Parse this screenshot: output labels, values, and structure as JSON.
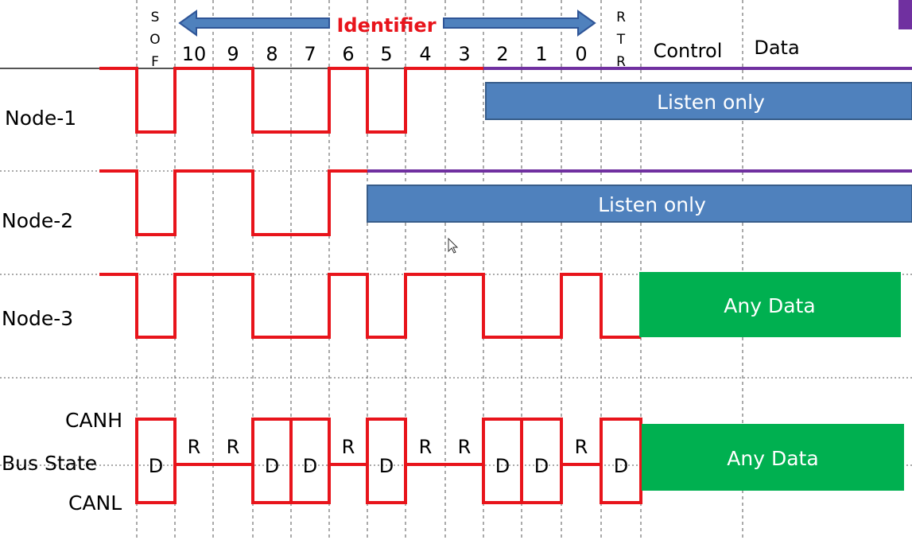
{
  "header": {
    "sof_letters": [
      "S",
      "O",
      "F"
    ],
    "rtr_letters": [
      "R",
      "T",
      "R"
    ],
    "bit_numbers": [
      "10",
      "9",
      "8",
      "7",
      "6",
      "5",
      "4",
      "3",
      "2",
      "1",
      "0"
    ],
    "identifier_label": "Identifier",
    "control_label": "Control",
    "data_label": "Data"
  },
  "nodes": [
    {
      "label": "Node-1",
      "bits": [
        0,
        1,
        1,
        0,
        0,
        1,
        0,
        1,
        1
      ],
      "box_label": "Listen only",
      "box_color": "#4f81bd"
    },
    {
      "label": "Node-2",
      "bits": [
        0,
        1,
        1,
        0,
        0,
        1
      ],
      "box_label": "Listen only",
      "box_color": "#4f81bd"
    },
    {
      "label": "Node-3",
      "bits": [
        0,
        1,
        1,
        0,
        0,
        1,
        0,
        1,
        1,
        0,
        0,
        1,
        0
      ],
      "box_label": "Any Data",
      "box_color": "#00b050"
    }
  ],
  "bus": {
    "canh_label": "CANH",
    "state_label": "Bus State",
    "canl_label": "CANL",
    "states": [
      "D",
      "R",
      "R",
      "D",
      "D",
      "R",
      "D",
      "R",
      "R",
      "D",
      "D",
      "R",
      "D"
    ],
    "box_label": "Any Data",
    "box_color": "#00b050"
  },
  "colors": {
    "signal": "#e8141b",
    "listen_line": "#7030a0",
    "identifier_text": "#e8141b",
    "arrow_fill": "#4f81bd",
    "arrow_stroke": "#2f5597",
    "corner_square": "#7030a0"
  }
}
